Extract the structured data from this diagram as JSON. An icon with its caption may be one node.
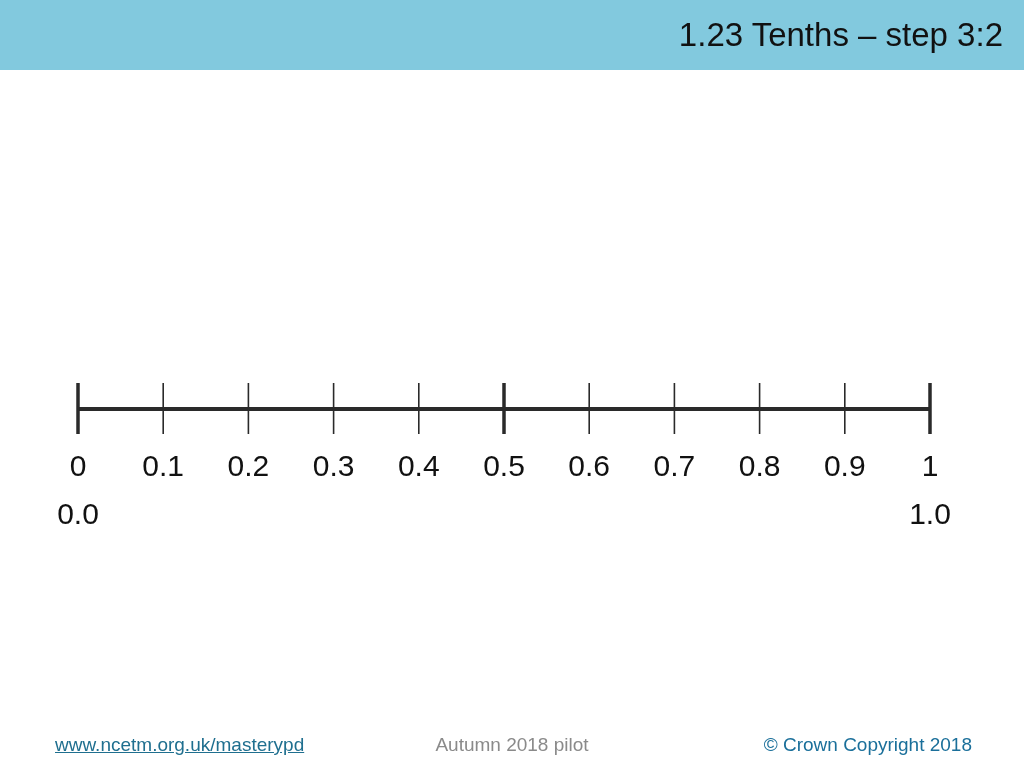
{
  "diagram": {
    "title": "1.23 Tenths – step 3:2",
    "labels": [
      "0",
      "0.1",
      "0.2",
      "0.3",
      "0.4",
      "0.5",
      "0.6",
      "0.7",
      "0.8",
      "0.9",
      "1",
      "0.0",
      "1.0",
      "www.ncetm.org.uk/masterypd",
      "Autumn 2018 pilot",
      "© Crown Copyright 2018"
    ]
  }
}
